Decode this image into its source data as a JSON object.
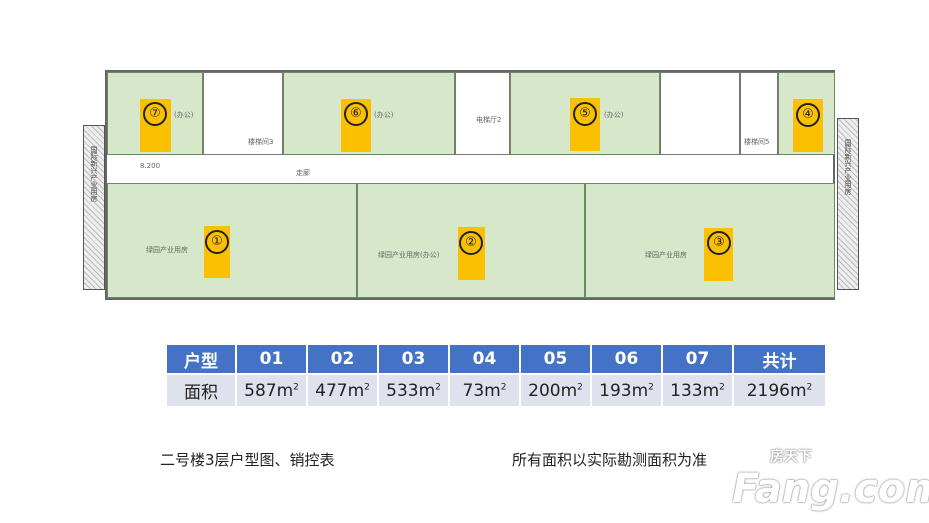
{
  "plan": {
    "title": "二号楼3层户型图",
    "units": [
      {
        "n": "⑦",
        "label": "(办公)"
      },
      {
        "n": "⑥",
        "label": "(办公)"
      },
      {
        "n": "⑤",
        "label": "(办公)"
      },
      {
        "n": "④",
        "label": ""
      },
      {
        "n": "①",
        "label": "绿园产业用房"
      },
      {
        "n": "②",
        "label": "绿园产业用房(办公)"
      },
      {
        "n": "③",
        "label": "绿园产业用房"
      }
    ],
    "corridor": "走廊",
    "stair3": "楼梯间3",
    "stair5": "楼梯间5",
    "elevator": "电梯厅2",
    "side_left": "国际新兴产业用房",
    "side_right": "国际新兴产业用房",
    "elev": "8.200"
  },
  "table": {
    "header": [
      "户型",
      "01",
      "02",
      "03",
      "04",
      "05",
      "06",
      "07",
      "共计"
    ],
    "row_label": "面积",
    "areas": [
      "587",
      "477",
      "533",
      "73",
      "200",
      "193",
      "133",
      "2196"
    ],
    "unit": "m",
    "unit_sup": "2"
  },
  "footer": {
    "left": "二号楼3层户型图、销控表",
    "right": "所有面积以实际勘测面积为准"
  },
  "watermark": {
    "brand": "Fang.com",
    "cn": "房天下"
  }
}
